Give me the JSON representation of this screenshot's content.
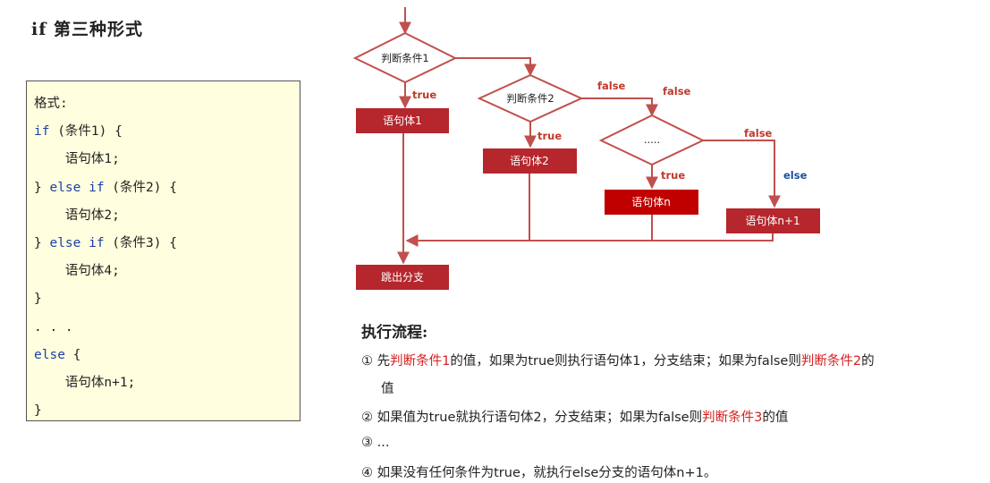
{
  "title": "if 第三种形式",
  "code": {
    "format_label": "格式:",
    "lines": [
      {
        "prefix": "",
        "kw1": "if",
        "mid": " (条件1) {",
        "kw2": "",
        "rest": ""
      },
      {
        "prefix": "    ",
        "kw1": "",
        "mid": "语句体1;",
        "kw2": "",
        "rest": ""
      },
      {
        "prefix": "} ",
        "kw1": "else if",
        "mid": " (条件2) {",
        "kw2": "",
        "rest": ""
      },
      {
        "prefix": "    ",
        "kw1": "",
        "mid": "语句体2;",
        "kw2": "",
        "rest": ""
      },
      {
        "prefix": "} ",
        "kw1": "else if",
        "mid": " (条件3) {",
        "kw2": "",
        "rest": ""
      },
      {
        "prefix": "    ",
        "kw1": "",
        "mid": "语句体4;",
        "kw2": "",
        "rest": ""
      },
      {
        "prefix": "}",
        "kw1": "",
        "mid": "",
        "kw2": "",
        "rest": ""
      },
      {
        "prefix": ". . .",
        "kw1": "",
        "mid": "",
        "kw2": "",
        "rest": ""
      },
      {
        "prefix": "",
        "kw1": "else",
        "mid": " {",
        "kw2": "",
        "rest": ""
      },
      {
        "prefix": "    ",
        "kw1": "",
        "mid": "语句体n+1;",
        "kw2": "",
        "rest": ""
      },
      {
        "prefix": "}",
        "kw1": "",
        "mid": "",
        "kw2": "",
        "rest": ""
      }
    ]
  },
  "flowchart": {
    "colors": {
      "line": "#c0504d",
      "box": "#b5272d",
      "box_highlight": "#c00000",
      "true_false": "#c0392b",
      "else": "#1a4fa0"
    },
    "decisions": [
      "判断条件1",
      "判断条件2",
      "....."
    ],
    "statements": [
      "语句体1",
      "语句体2",
      "语句体n",
      "语句体n+1"
    ],
    "exit_label": "跳出分支",
    "true_label": "true",
    "false_label": "false",
    "else_label": "else"
  },
  "process": {
    "title": "执行流程:",
    "steps": [
      {
        "num": "①",
        "parts": [
          {
            "text": "先",
            "red": false
          },
          {
            "text": "判断条件1",
            "red": true
          },
          {
            "text": "的值，如果为true则执行语句体1，分支结束；如果为false则",
            "red": false
          },
          {
            "text": "判断条件2",
            "red": true
          },
          {
            "text": "的",
            "red": false
          }
        ]
      },
      {
        "num": "",
        "parts": [
          {
            "text": "值",
            "red": false
          }
        ]
      },
      {
        "num": "②",
        "parts": [
          {
            "text": "如果值为true就执行语句体2，分支结束；如果为false则",
            "red": false
          },
          {
            "text": "判断条件3",
            "red": true
          },
          {
            "text": "的值",
            "red": false
          }
        ]
      },
      {
        "num": "③",
        "parts": [
          {
            "text": "...",
            "red": false
          }
        ]
      },
      {
        "num": "④",
        "parts": [
          {
            "text": "如果没有任何条件为true，就执行else分支的语句体n+1。",
            "red": false
          }
        ]
      }
    ]
  }
}
